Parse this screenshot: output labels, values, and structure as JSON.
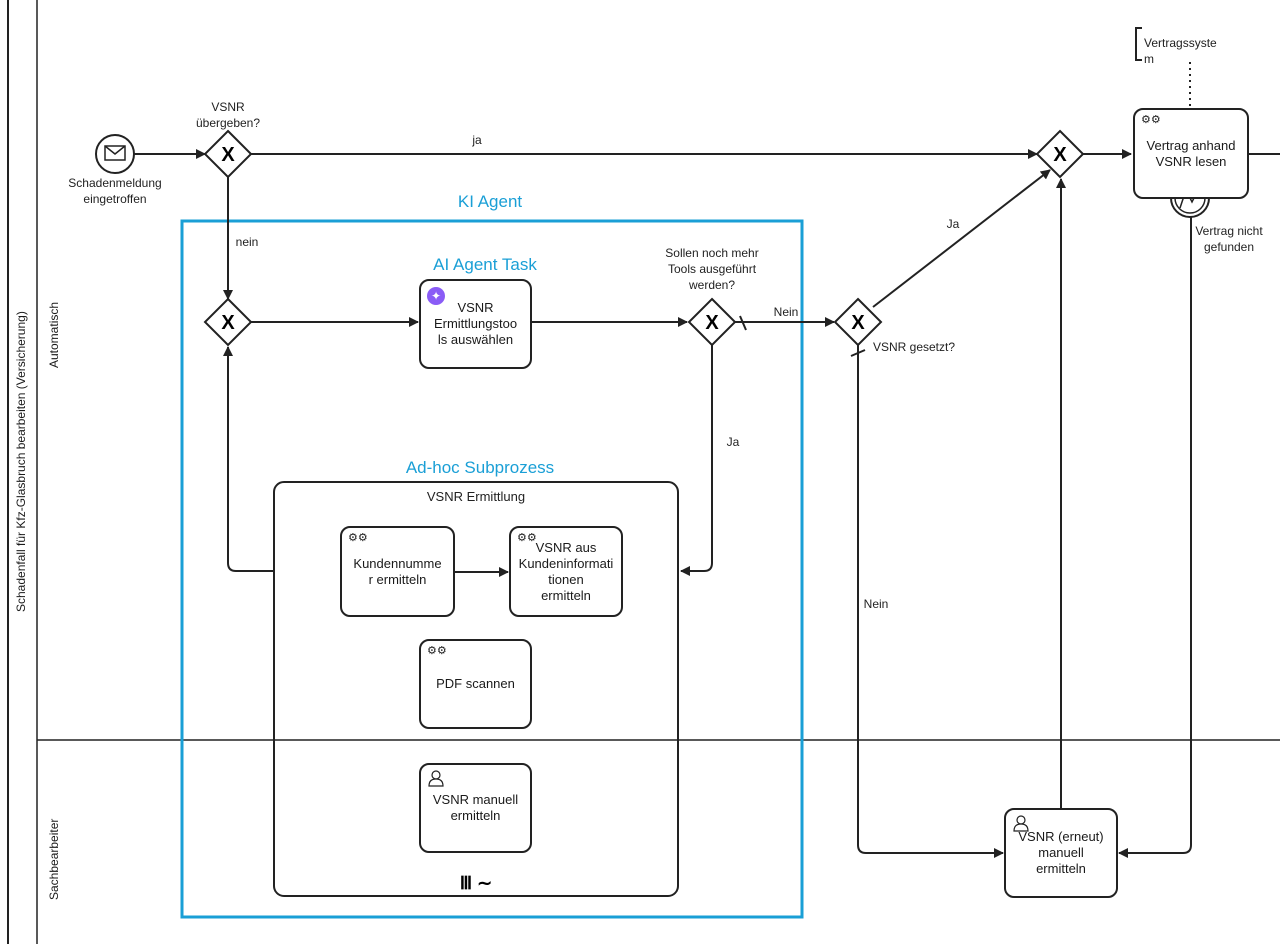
{
  "pool": {
    "title": "Schadenfall für Kfz-Glasbruch bearbeiten (Versicherung)"
  },
  "lanes": {
    "auto": "Automatisch",
    "manual": "Sachbearbeiter"
  },
  "events": {
    "start_label": "Schadenmeldung\neingetroffen"
  },
  "gateways": {
    "g1_question": "VSNR\nübergeben?",
    "g3_question": "Sollen noch mehr\nTools ausgeführt\nwerden?",
    "g4_question": "VSNR gesetzt?"
  },
  "flows": {
    "ja_top": "ja",
    "nein_g1": "nein",
    "nein_g3": "Nein",
    "ja_g3": "Ja",
    "ja_g4": "Ja",
    "nein_g4": "Nein"
  },
  "ki_agent": {
    "title": "KI Agent"
  },
  "ai_task": {
    "title": "AI Agent Task",
    "label": "VSNR\nErmittlungstoo\nls auswählen",
    "icon": "sparkle-icon"
  },
  "adhoc": {
    "title": "Ad-hoc Subprozess",
    "name": "VSNR Ermittlung",
    "marker": "Ⅲ ∼",
    "tasks": {
      "kundennummer": "Kundennumme\nr ermitteln",
      "vsnr_aus_kunden": "VSNR aus\nKundeninformati\ntionen\nermitteln",
      "pdf_scannen": "PDF scannen",
      "manuell": "VSNR manuell\nermitteln"
    }
  },
  "right": {
    "datastore": "Vertragssyste\nm",
    "vertrag_lesen": "Vertrag anhand\nVSNR lesen",
    "not_found": "Vertrag nicht\ngefunden",
    "erneut": "VSNR (erneut)\nmanuell\nermitteln"
  },
  "colors": {
    "accent": "#1a9fd6",
    "ai_icon": "#8a5cf6",
    "line": "#222222"
  }
}
